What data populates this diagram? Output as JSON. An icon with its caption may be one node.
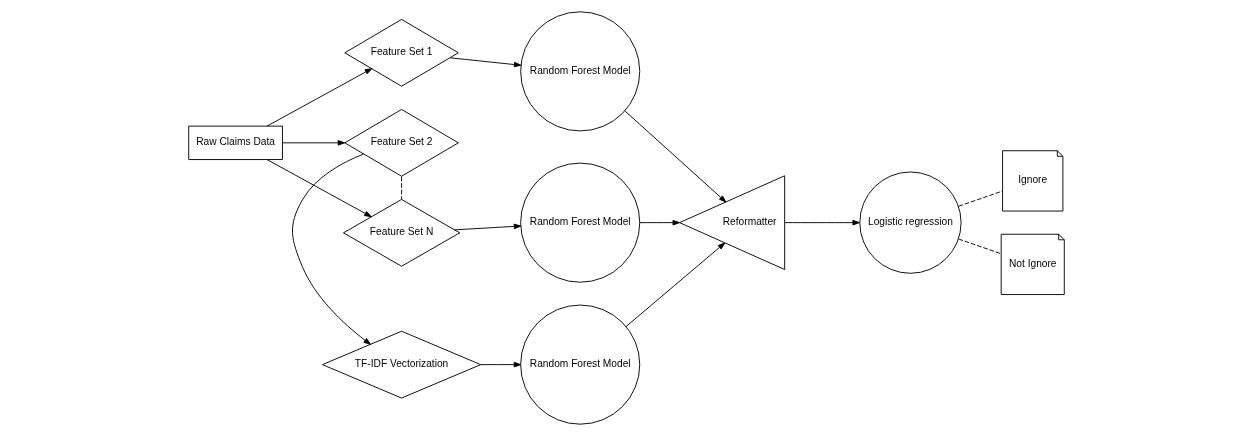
{
  "diagram": {
    "nodes": [
      {
        "text": [
          "Raw Claims Data"
        ]
      },
      {
        "text": [
          "Feature Set 1"
        ]
      },
      {
        "text": [
          "Feature Set 2"
        ]
      },
      {
        "text": [
          "Feature Set N"
        ]
      },
      {
        "text": [
          "TF-IDF Vectorization"
        ]
      },
      {
        "text": [
          "Random Forest Model"
        ]
      },
      {
        "text": [
          "Random Forest Model"
        ]
      },
      {
        "text": [
          "Random Forest Model"
        ]
      },
      {
        "text": [
          "Reformatter"
        ]
      },
      {
        "text": [
          "Logistic regression"
        ]
      },
      {
        "text": [
          "Ignore"
        ]
      },
      {
        "text": [
          "Not Ignore"
        ]
      }
    ],
    "edges": [
      {
        "from": 0,
        "to": 1,
        "arrow": "to"
      },
      {
        "from": 0,
        "to": 2,
        "arrow": "to"
      },
      {
        "from": 0,
        "to": 3,
        "arrow": "to"
      },
      {
        "from": 2,
        "to": 3,
        "arrow": "none",
        "style": "dashed"
      },
      {
        "from": 1,
        "to": 5,
        "arrow": "to"
      },
      {
        "from": 2,
        "to": 4,
        "arrow": "to"
      },
      {
        "from": 4,
        "to": 6,
        "arrow": "to"
      },
      {
        "from": 3,
        "to": 7,
        "arrow": "to"
      },
      {
        "from": 5,
        "to": 8,
        "arrow": "to"
      },
      {
        "from": 6,
        "to": 8,
        "arrow": "to"
      },
      {
        "from": 7,
        "to": 8,
        "arrow": "to"
      },
      {
        "from": 8,
        "to": 9,
        "arrow": "to"
      },
      {
        "from": 9,
        "to": 10,
        "arrow": "none",
        "style": "dashed"
      },
      {
        "from": 9,
        "to": 11,
        "arrow": "none",
        "style": "dashed"
      }
    ]
  }
}
